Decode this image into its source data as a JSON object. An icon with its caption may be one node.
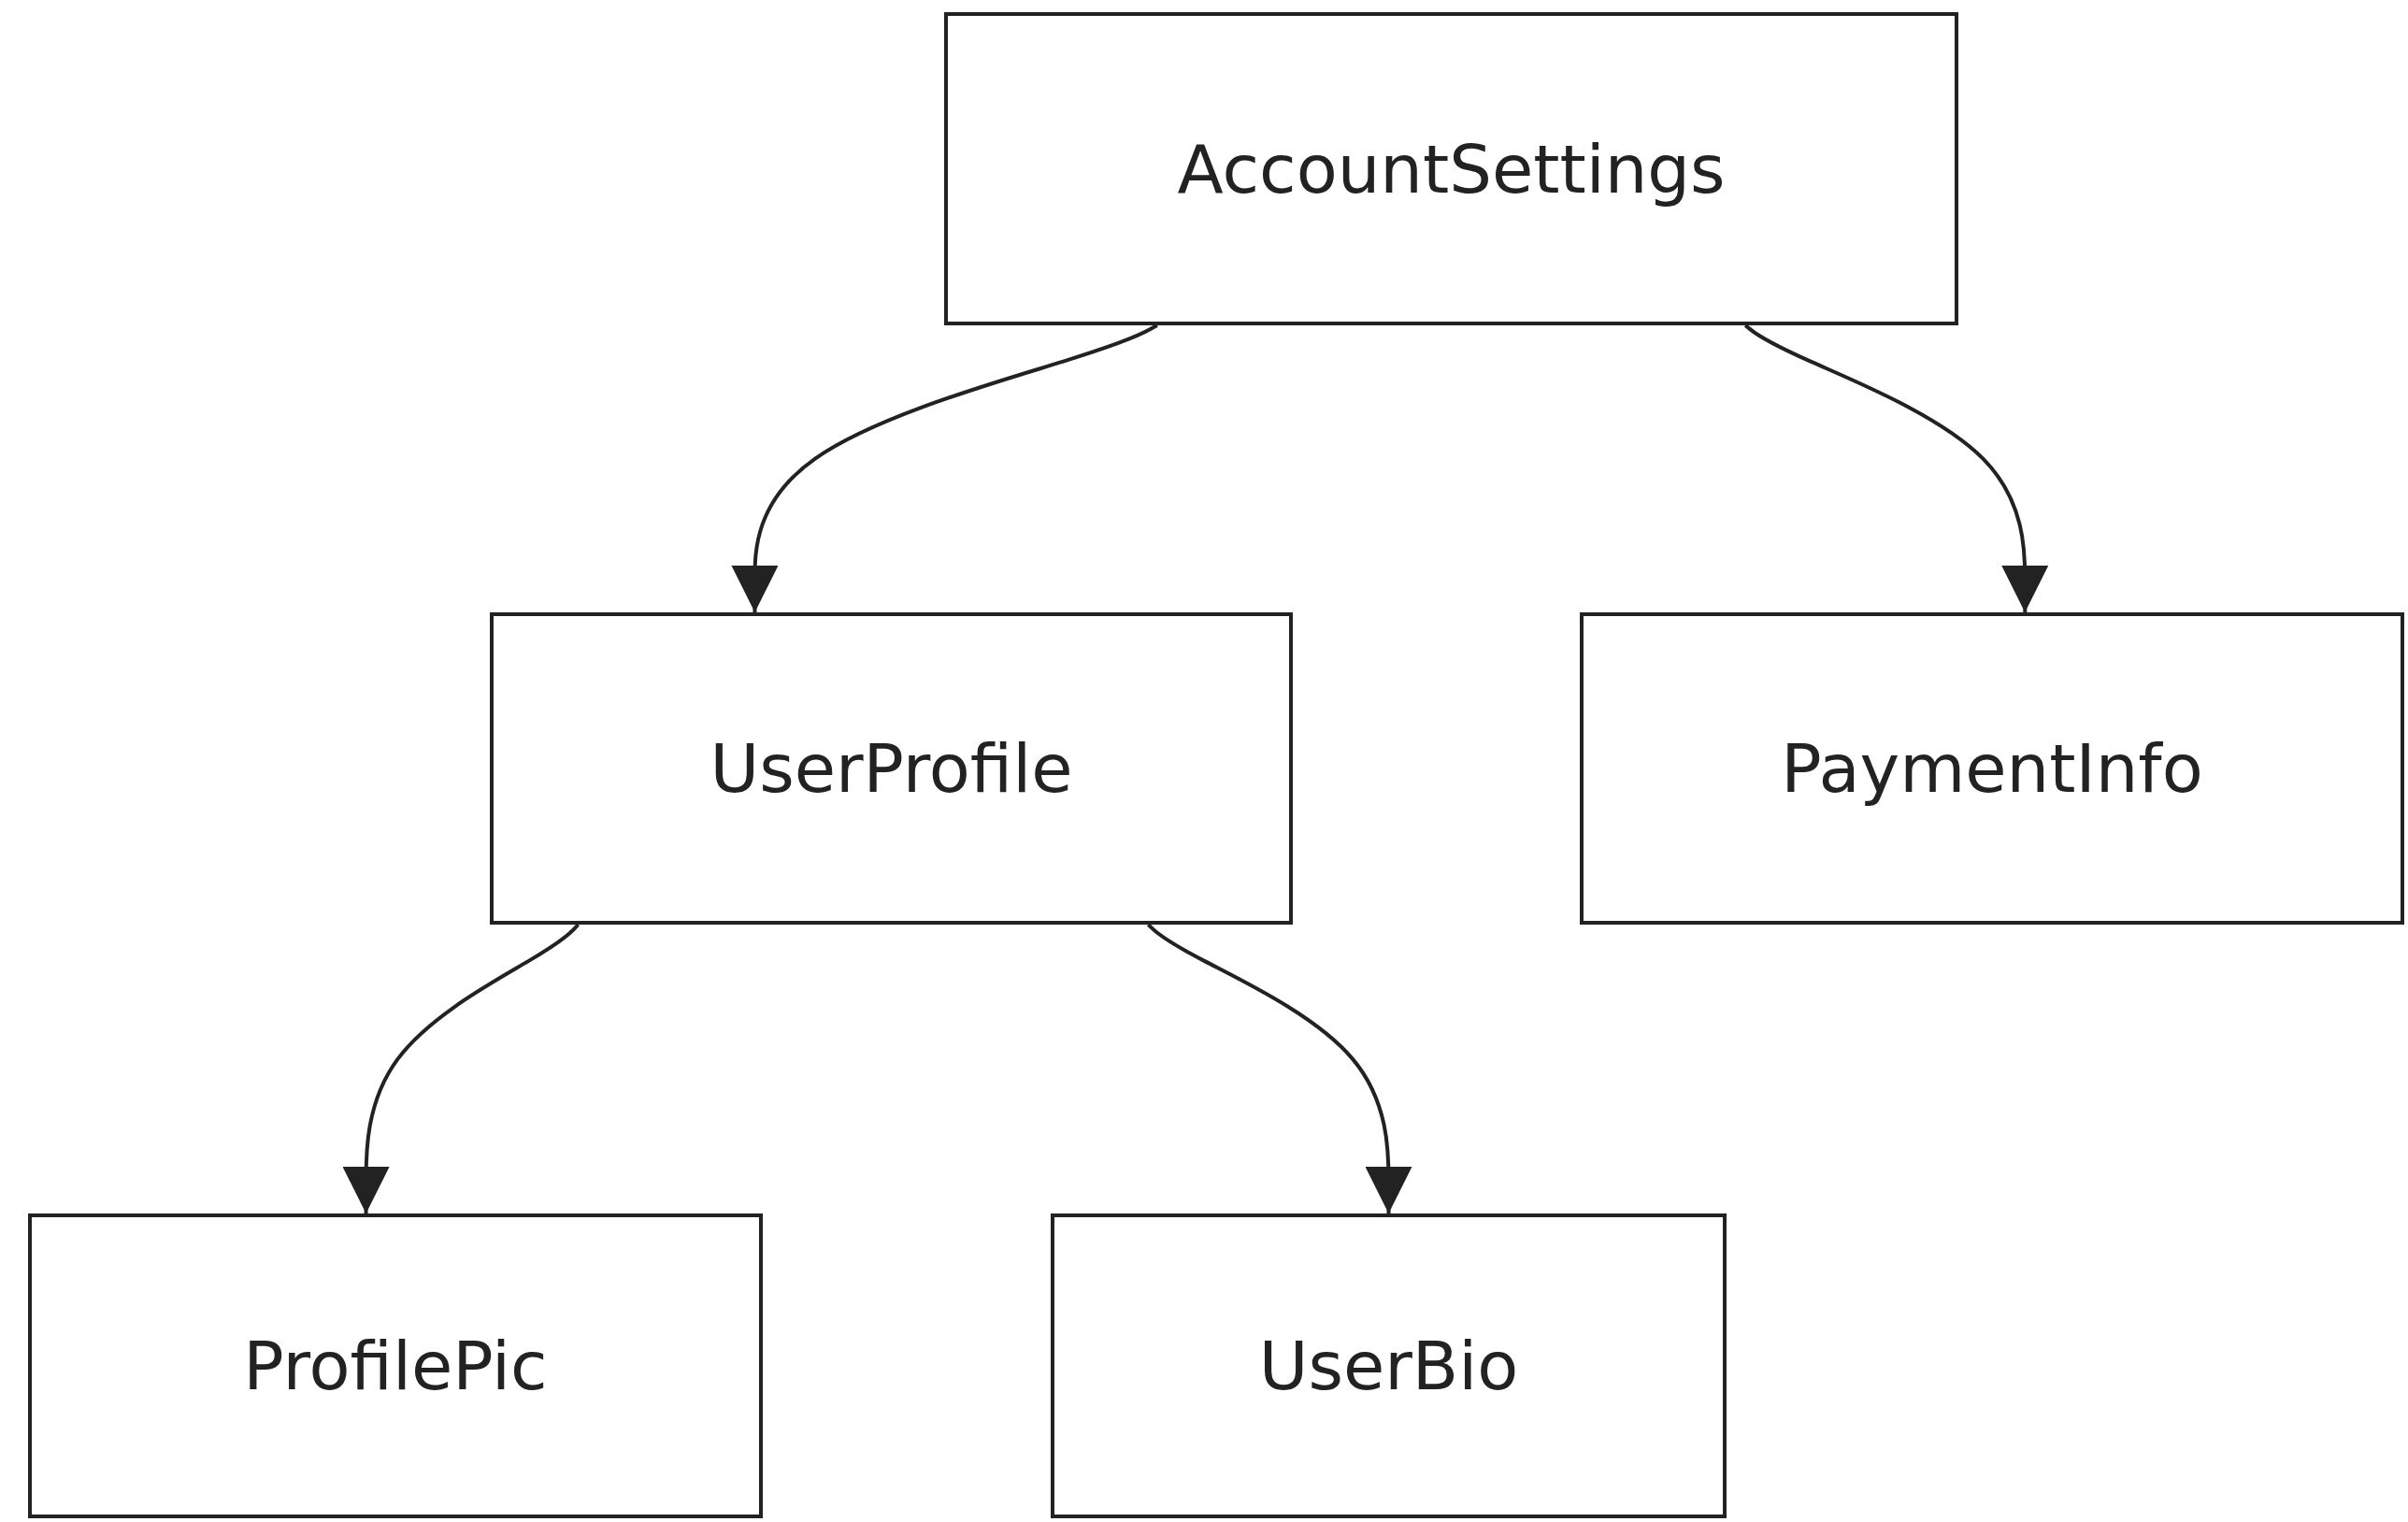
{
  "diagram": {
    "nodes": [
      {
        "text": [
          "AccountSettings"
        ]
      },
      {
        "text": [
          "UserProfile"
        ]
      },
      {
        "text": [
          "PaymentInfo"
        ]
      },
      {
        "text": [
          "ProfilePic"
        ]
      },
      {
        "text": [
          "UserBio"
        ]
      }
    ],
    "edges": [
      {
        "from": 0,
        "to": 1,
        "arrow": "to"
      },
      {
        "from": 0,
        "to": 2,
        "arrow": "to"
      },
      {
        "from": 1,
        "to": 3,
        "arrow": "to"
      },
      {
        "from": 1,
        "to": 4,
        "arrow": "to"
      }
    ]
  }
}
